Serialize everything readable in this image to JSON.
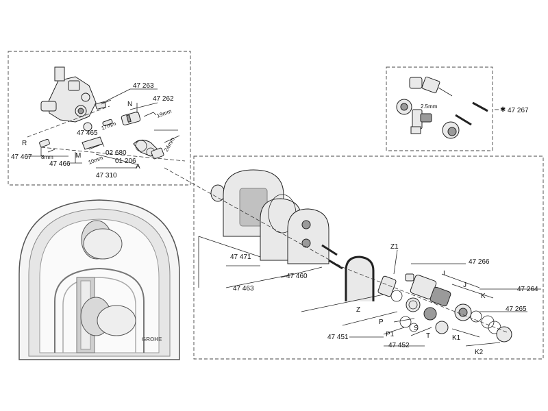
{
  "brand": "GROHE",
  "callouts": {
    "c47263": "47 263",
    "cN": "N",
    "c47262": "47 262",
    "c19mm": "19mm",
    "c17mm": "17mm",
    "c47465": "47 465",
    "c24mm": "24mm",
    "cR": "R",
    "c47467": "47 467",
    "c8mm": "8mm",
    "cM": "M",
    "c47466": "47 466",
    "c02680": "02 680",
    "c10mm": "10mm",
    "c01206": "01 206",
    "cA": "A",
    "c47310": "47 310",
    "c25mm": "2.5mm",
    "c47267": "47 267",
    "c47471": "47 471",
    "c47463": "47 463",
    "c47460": "47 460",
    "cZ1": "Z1",
    "c47266": "47 266",
    "cI": "I",
    "cJ": "J",
    "cK": "K",
    "c47264": "47 264",
    "c47265": "47 265",
    "cZ": "Z",
    "cP": "P",
    "cS": "S",
    "cP1": "P1",
    "cT": "T",
    "c47451": "47 451",
    "c47452": "47 452",
    "cK1": "K1",
    "cK2": "K2"
  }
}
